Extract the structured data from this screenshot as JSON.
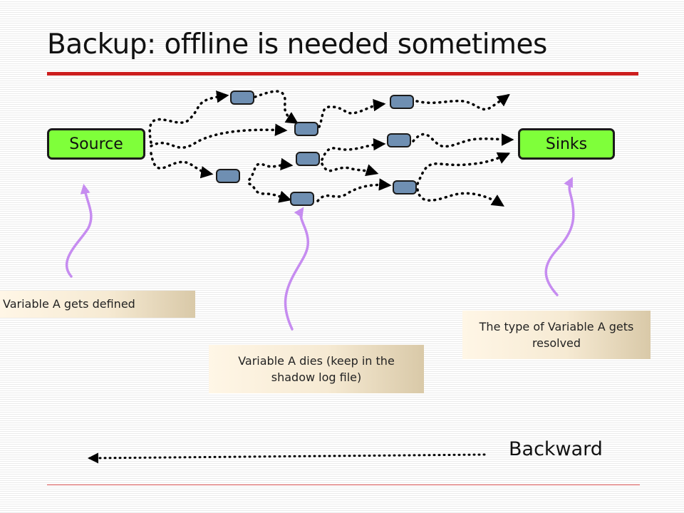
{
  "slide": {
    "title": "Backup: offline is needed sometimes"
  },
  "nodes": {
    "source_label": "Source",
    "sinks_label": "Sinks"
  },
  "notes": {
    "defined": "Variable A gets defined",
    "dies": "Variable A dies (keep in the shadow log file)",
    "resolved": "The type of Variable A gets resolved"
  },
  "direction": {
    "label": "Backward"
  },
  "colors": {
    "title_rule": "#cc1f1f",
    "node_fill": "#7fff3a",
    "capsule_fill": "#6f8fb2",
    "annotation_arrow": "#c68cf0",
    "flow_arrow": "#000000"
  }
}
